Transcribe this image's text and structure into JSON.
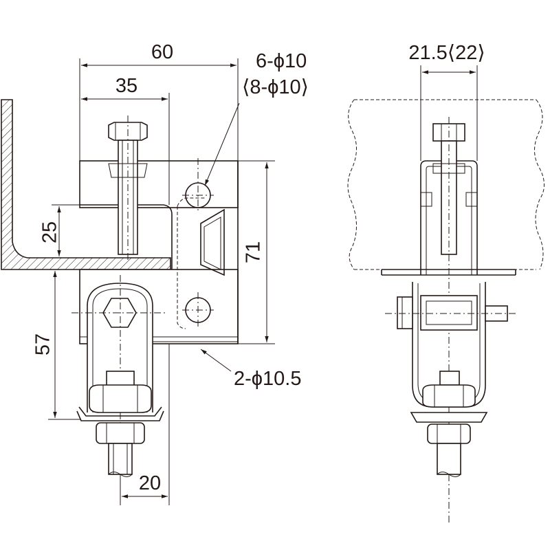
{
  "dimensions": {
    "width_total": "60",
    "width_upper": "35",
    "holes_note_line1": "6-ϕ10",
    "holes_note_line2": "⟨8-ϕ10⟩",
    "height_upper": "25",
    "height_total": "71",
    "height_lower": "57",
    "holes_lower": "2-ϕ10.5",
    "width_bottom": "20",
    "side_width": "21.5⟨22⟩"
  }
}
